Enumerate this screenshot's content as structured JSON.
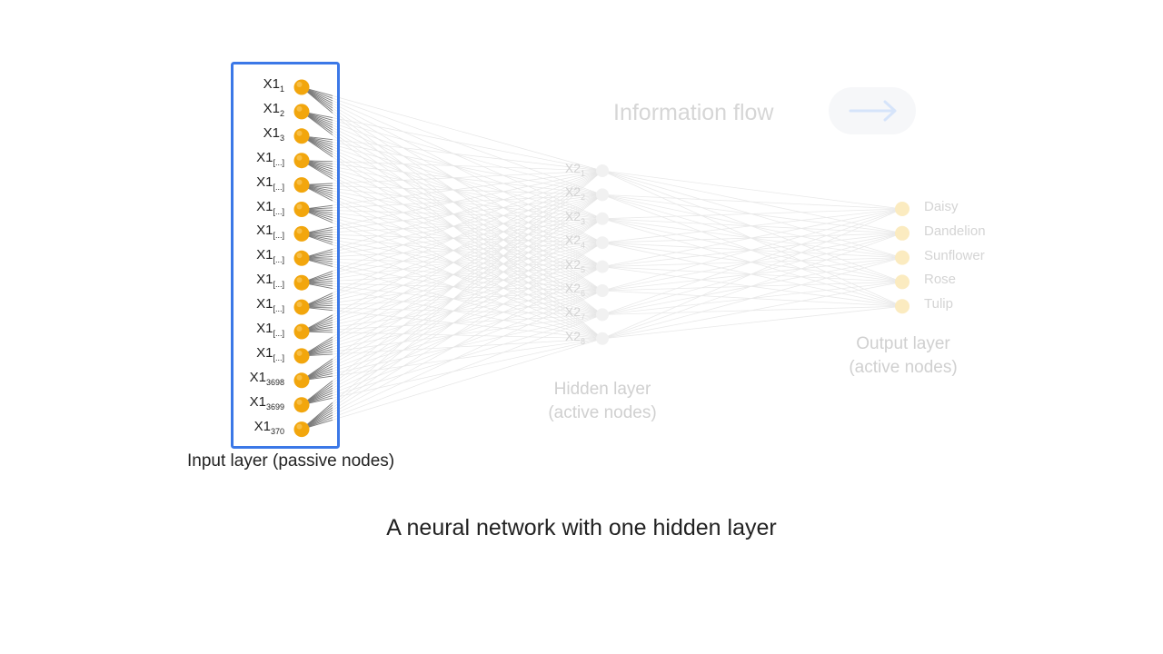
{
  "info_flow": {
    "label": "Information flow",
    "arrow_icon": "right-arrow-icon"
  },
  "input_layer": {
    "caption": "Input layer (passive nodes)",
    "nodes": [
      {
        "base": "X1",
        "sub": "1"
      },
      {
        "base": "X1",
        "sub": "2"
      },
      {
        "base": "X1",
        "sub": "3"
      },
      {
        "base": "X1",
        "sub": "[...]"
      },
      {
        "base": "X1",
        "sub": "[...]"
      },
      {
        "base": "X1",
        "sub": "[...]"
      },
      {
        "base": "X1",
        "sub": "[...]"
      },
      {
        "base": "X1",
        "sub": "[...]"
      },
      {
        "base": "X1",
        "sub": "[...]"
      },
      {
        "base": "X1",
        "sub": "[...]"
      },
      {
        "base": "X1",
        "sub": "[...]"
      },
      {
        "base": "X1",
        "sub": "[...]"
      },
      {
        "base": "X1",
        "sub": "3698"
      },
      {
        "base": "X1",
        "sub": "3699"
      },
      {
        "base": "X1",
        "sub": "370"
      }
    ]
  },
  "hidden_layer": {
    "caption_line1": "Hidden layer",
    "caption_line2": "(active nodes)",
    "nodes": [
      {
        "base": "X2",
        "sub": "1"
      },
      {
        "base": "X2",
        "sub": "2"
      },
      {
        "base": "X2",
        "sub": "3"
      },
      {
        "base": "X2",
        "sub": "4"
      },
      {
        "base": "X2",
        "sub": "5"
      },
      {
        "base": "X2",
        "sub": "6"
      },
      {
        "base": "X2",
        "sub": "7"
      },
      {
        "base": "X2",
        "sub": "8"
      }
    ]
  },
  "output_layer": {
    "caption_line1": "Output layer",
    "caption_line2": "(active nodes)",
    "nodes": [
      "Daisy",
      "Dandelion",
      "Sunflower",
      "Rose",
      "Tulip"
    ]
  },
  "caption": "A neural network with one hidden layer",
  "colors": {
    "input_node": "#F2A60D",
    "highlight_border": "#3B78E7",
    "faded_line": "#e6e6e6",
    "dark_line": "#7a7a7a",
    "output_node": "#FBEBC0"
  }
}
